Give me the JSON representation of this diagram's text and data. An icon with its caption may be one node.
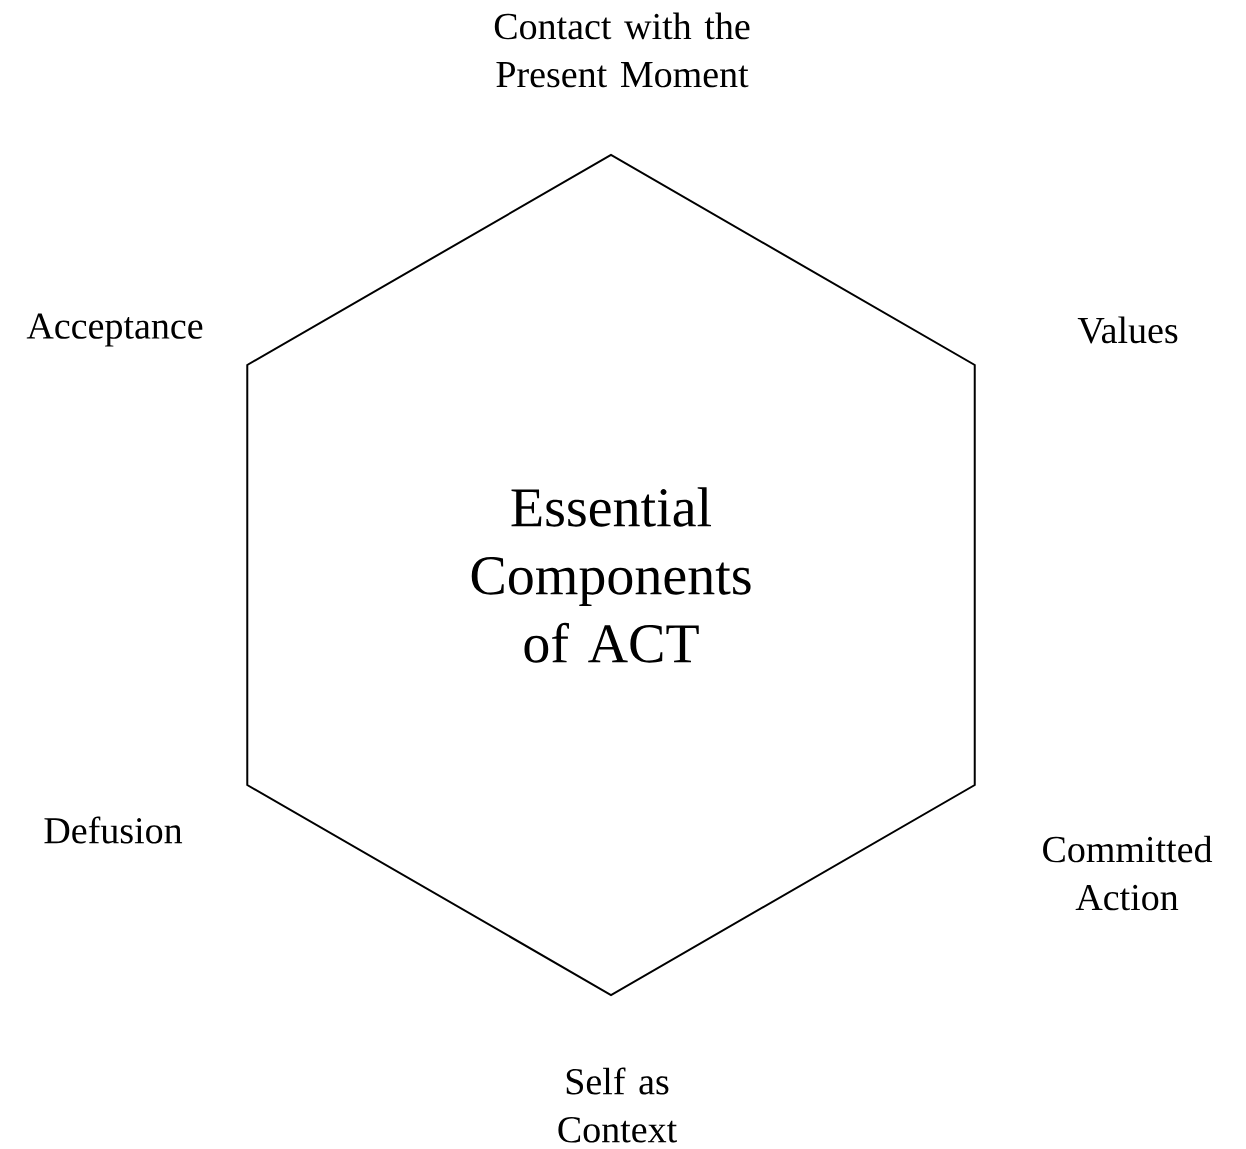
{
  "diagram": {
    "nodes": [
      {
        "text": [
          "Essential Components of ACT"
        ],
        "beside": [
          "Contact with the Present Moment",
          "Acceptance",
          "Values",
          "Defusion",
          "Committed Action",
          "Self as Context"
        ]
      }
    ]
  }
}
